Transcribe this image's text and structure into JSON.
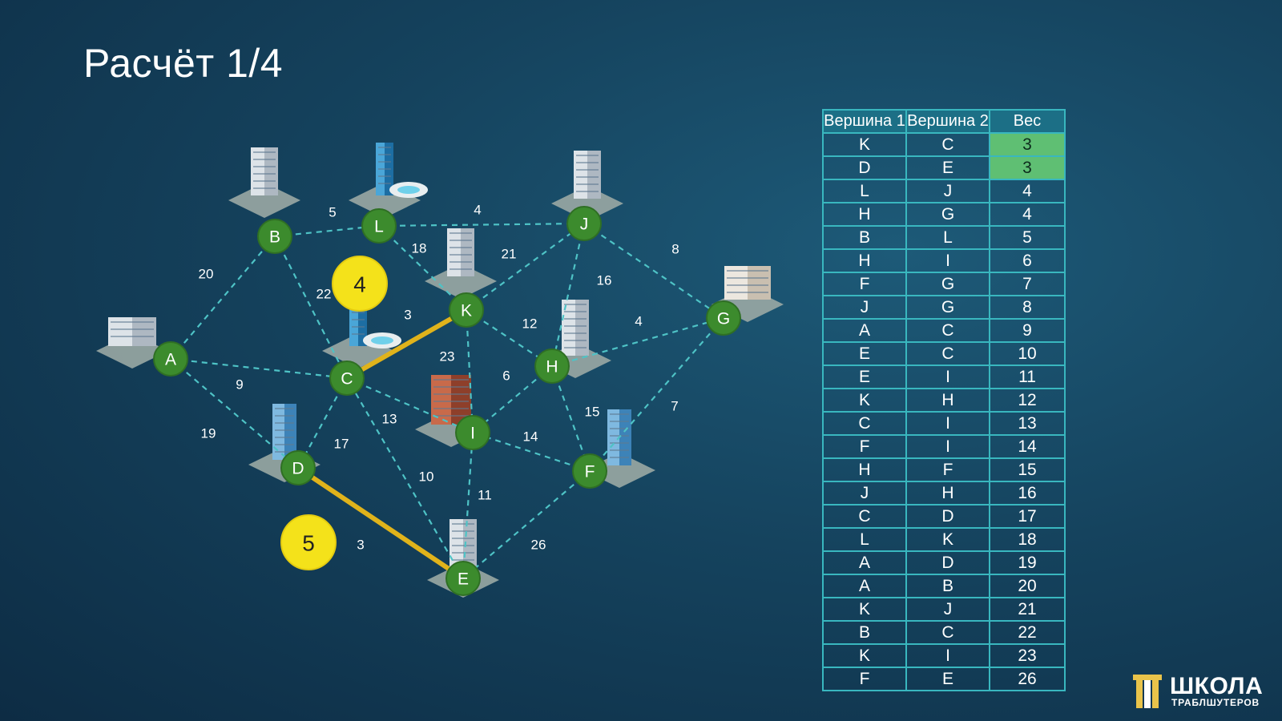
{
  "title": "Расчёт 1/4",
  "colors": {
    "edge": "#4ec3c6",
    "highlight": "#e0b31b",
    "node": "#3c8b2d",
    "step_badge": "#f4e21a",
    "selected_cell": "#5fbf73"
  },
  "graph": {
    "nodes": [
      {
        "id": "A",
        "label": "A",
        "icon": "office-building-icon"
      },
      {
        "id": "B",
        "label": "B",
        "icon": "tower-building-icon"
      },
      {
        "id": "L",
        "label": "L",
        "icon": "glass-tower-pool-icon"
      },
      {
        "id": "J",
        "label": "J",
        "icon": "tower-building-icon"
      },
      {
        "id": "G",
        "label": "G",
        "icon": "apartment-block-icon"
      },
      {
        "id": "K",
        "label": "K",
        "icon": "tower-building-icon"
      },
      {
        "id": "C",
        "label": "C",
        "icon": "glass-tower-pool-icon"
      },
      {
        "id": "H",
        "label": "H",
        "icon": "skyscraper-icon"
      },
      {
        "id": "D",
        "label": "D",
        "icon": "glass-skyscraper-icon"
      },
      {
        "id": "I",
        "label": "I",
        "icon": "brick-building-icon"
      },
      {
        "id": "F",
        "label": "F",
        "icon": "glass-skyscraper-icon"
      },
      {
        "id": "E",
        "label": "E",
        "icon": "skyscraper-icon"
      }
    ],
    "edges": [
      {
        "a": "K",
        "b": "C",
        "w": "3",
        "hl": true
      },
      {
        "a": "D",
        "b": "E",
        "w": "3",
        "hl": true
      },
      {
        "a": "L",
        "b": "J",
        "w": "4",
        "hl": false
      },
      {
        "a": "H",
        "b": "G",
        "w": "4",
        "hl": false
      },
      {
        "a": "B",
        "b": "L",
        "w": "5",
        "hl": false
      },
      {
        "a": "H",
        "b": "I",
        "w": "6",
        "hl": false
      },
      {
        "a": "F",
        "b": "G",
        "w": "7",
        "hl": false
      },
      {
        "a": "J",
        "b": "G",
        "w": "8",
        "hl": false
      },
      {
        "a": "A",
        "b": "C",
        "w": "9",
        "hl": false
      },
      {
        "a": "E",
        "b": "C",
        "w": "10",
        "hl": false
      },
      {
        "a": "E",
        "b": "I",
        "w": "11",
        "hl": false
      },
      {
        "a": "K",
        "b": "H",
        "w": "12",
        "hl": false
      },
      {
        "a": "C",
        "b": "I",
        "w": "13",
        "hl": false
      },
      {
        "a": "F",
        "b": "I",
        "w": "14",
        "hl": false
      },
      {
        "a": "H",
        "b": "F",
        "w": "15",
        "hl": false
      },
      {
        "a": "J",
        "b": "H",
        "w": "16",
        "hl": false
      },
      {
        "a": "C",
        "b": "D",
        "w": "17",
        "hl": false
      },
      {
        "a": "L",
        "b": "K",
        "w": "18",
        "hl": false
      },
      {
        "a": "A",
        "b": "D",
        "w": "19",
        "hl": false
      },
      {
        "a": "A",
        "b": "B",
        "w": "20",
        "hl": false
      },
      {
        "a": "K",
        "b": "J",
        "w": "21",
        "hl": false
      },
      {
        "a": "B",
        "b": "C",
        "w": "22",
        "hl": false
      },
      {
        "a": "K",
        "b": "I",
        "w": "23",
        "hl": false
      },
      {
        "a": "F",
        "b": "E",
        "w": "26",
        "hl": false
      }
    ],
    "step_badges": [
      "4",
      "5"
    ]
  },
  "table": {
    "headers": [
      "Вершина 1",
      "Вершина 2",
      "Вес"
    ],
    "rows": [
      {
        "v1": "K",
        "v2": "C",
        "w": "3",
        "selected": true
      },
      {
        "v1": "D",
        "v2": "E",
        "w": "3",
        "selected": true
      },
      {
        "v1": "L",
        "v2": "J",
        "w": "4"
      },
      {
        "v1": "H",
        "v2": "G",
        "w": "4"
      },
      {
        "v1": "B",
        "v2": "L",
        "w": "5"
      },
      {
        "v1": "H",
        "v2": "I",
        "w": "6"
      },
      {
        "v1": "F",
        "v2": "G",
        "w": "7"
      },
      {
        "v1": "J",
        "v2": "G",
        "w": "8"
      },
      {
        "v1": "A",
        "v2": "C",
        "w": "9"
      },
      {
        "v1": "E",
        "v2": "C",
        "w": "10"
      },
      {
        "v1": "E",
        "v2": "I",
        "w": "11"
      },
      {
        "v1": "K",
        "v2": "H",
        "w": "12"
      },
      {
        "v1": "C",
        "v2": "I",
        "w": "13"
      },
      {
        "v1": "F",
        "v2": "I",
        "w": "14"
      },
      {
        "v1": "H",
        "v2": "F",
        "w": "15"
      },
      {
        "v1": "J",
        "v2": "H",
        "w": "16"
      },
      {
        "v1": "C",
        "v2": "D",
        "w": "17"
      },
      {
        "v1": "L",
        "v2": "K",
        "w": "18"
      },
      {
        "v1": "A",
        "v2": "D",
        "w": "19"
      },
      {
        "v1": "A",
        "v2": "B",
        "w": "20"
      },
      {
        "v1": "K",
        "v2": "J",
        "w": "21"
      },
      {
        "v1": "B",
        "v2": "C",
        "w": "22"
      },
      {
        "v1": "K",
        "v2": "I",
        "w": "23"
      },
      {
        "v1": "F",
        "v2": "E",
        "w": "26"
      }
    ]
  },
  "logo": {
    "big": "ШКОЛА",
    "small": "ТРАБЛШУТЕРОВ"
  }
}
